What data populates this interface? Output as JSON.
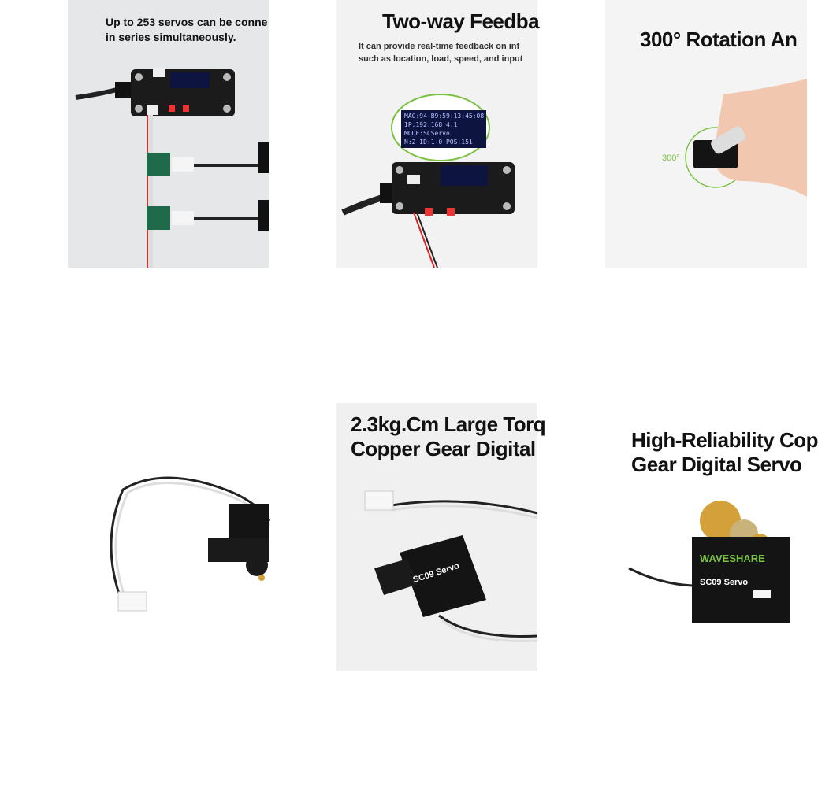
{
  "tiles": [
    {
      "caption": [
        "Up to 253 servos can be conne",
        "in series simultaneously."
      ]
    },
    {
      "title": "Two-way Feedba",
      "subtitle": [
        "It can provide real-time feedback on inf",
        "such as location, load, speed, and input"
      ],
      "screen_lines": [
        "MAC:94 B9:59:13:45:08",
        "IP:192.168.4.1",
        "MODE:SCServo",
        "N:2 ID:1-0 POS:151"
      ]
    },
    {
      "title": "300°  Rotation An",
      "angle_label": "300°"
    },
    {
      "caption": []
    },
    {
      "title": [
        "2.3kg.Cm Large Torq",
        "Copper Gear Digital"
      ],
      "servo_label": "SC09 Servo"
    },
    {
      "title": [
        "High-Reliability Cop",
        "Gear Digital Servo"
      ],
      "brand": "WAVESHARE",
      "servo_label": "SC09 Servo"
    }
  ],
  "colors": {
    "accent_green": "#7ac043",
    "board": "#1b1b1b",
    "servo": "#141414",
    "copper": "#d4a03a"
  }
}
